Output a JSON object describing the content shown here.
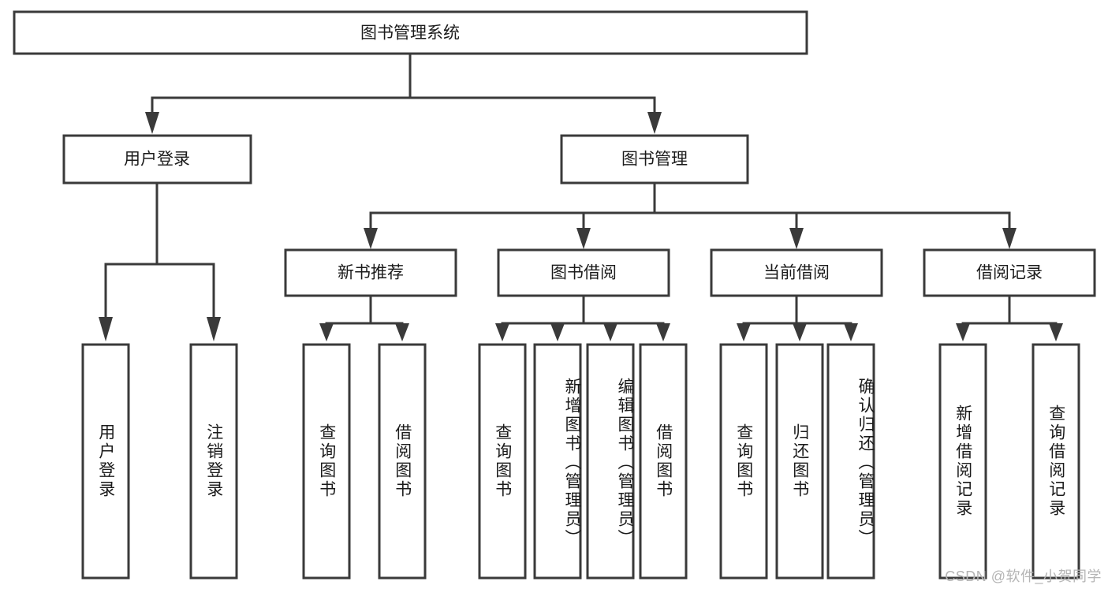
{
  "diagram": {
    "title": "图书管理系统",
    "type": "hierarchy-tree",
    "watermark": "CSDN @软件_小贺同学",
    "root": {
      "id": "root",
      "label": "图书管理系统"
    },
    "level1": [
      {
        "id": "user-login",
        "label": "用户登录"
      },
      {
        "id": "book-manage",
        "label": "图书管理"
      }
    ],
    "level2": [
      {
        "id": "new-book-recommend",
        "label": "新书推荐",
        "parent": "book-manage"
      },
      {
        "id": "book-borrow",
        "label": "图书借阅",
        "parent": "book-manage"
      },
      {
        "id": "current-borrow",
        "label": "当前借阅",
        "parent": "book-manage"
      },
      {
        "id": "borrow-record",
        "label": "借阅记录",
        "parent": "book-manage"
      }
    ],
    "leaves": [
      {
        "id": "leaf-user-login",
        "label": "用户登录",
        "parent": "user-login"
      },
      {
        "id": "leaf-logout",
        "label": "注销登录",
        "parent": "user-login"
      },
      {
        "id": "leaf-query-book-1",
        "label": "查询图书",
        "parent": "new-book-recommend"
      },
      {
        "id": "leaf-borrow-book-1",
        "label": "借阅图书",
        "parent": "new-book-recommend"
      },
      {
        "id": "leaf-query-book-2",
        "label": "查询图书",
        "parent": "book-borrow"
      },
      {
        "id": "leaf-add-book",
        "label": "新增图书（管理员）",
        "parent": "book-borrow"
      },
      {
        "id": "leaf-edit-book",
        "label": "编辑图书（管理员）",
        "parent": "book-borrow"
      },
      {
        "id": "leaf-borrow-book-2",
        "label": "借阅图书",
        "parent": "book-borrow"
      },
      {
        "id": "leaf-query-book-3",
        "label": "查询图书",
        "parent": "current-borrow"
      },
      {
        "id": "leaf-return-book",
        "label": "归还图书",
        "parent": "current-borrow"
      },
      {
        "id": "leaf-confirm-return",
        "label": "确认归还（管理员）",
        "parent": "current-borrow"
      },
      {
        "id": "leaf-add-record",
        "label": "新增借阅记录",
        "parent": "borrow-record"
      },
      {
        "id": "leaf-query-record",
        "label": "查询借阅记录",
        "parent": "borrow-record"
      }
    ],
    "colors": {
      "stroke": "#3a3a3a",
      "fill": "#ffffff",
      "text": "#1b1b1b",
      "watermark": "#b4b4b4"
    }
  }
}
